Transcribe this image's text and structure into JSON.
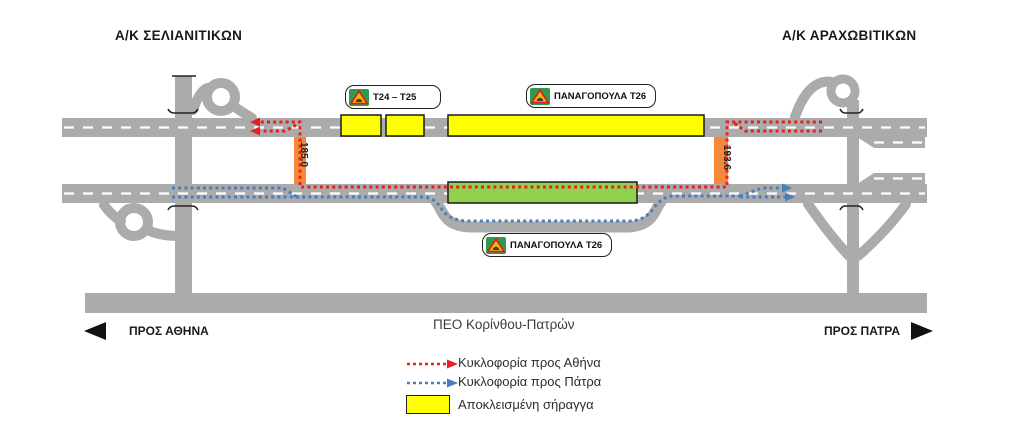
{
  "header": {
    "left_interchange": "Α/Κ ΣΕΛΙΑΝΙΤΙΚΩΝ",
    "right_interchange": "Α/Κ ΑΡΑΧΩΒΙΤΙΚΩΝ"
  },
  "signs": {
    "t24_t25": {
      "label": "T24 – T25",
      "icon": "tunnel-warning-icon"
    },
    "panagopoula_top": {
      "label": "ΠΑΝΑΓΟΠΟΥΛΑ T26",
      "icon": "tunnel-warning-icon"
    },
    "panagopoula_bottom": {
      "label": "ΠΑΝΑΓΟΠΟΥΛΑ T26",
      "icon": "tunnel-warning-icon"
    }
  },
  "chainage": {
    "left_km": "185.0",
    "right_km": "193.6"
  },
  "bottom": {
    "to_athens": "ΠΡΟΣ ΑΘΗΝΑ",
    "old_road": "ΠΕΟ Κορίνθου-Πατρών",
    "to_patras": "ΠΡΟΣ ΠΑΤΡΑ"
  },
  "legend": {
    "traffic_to_athens": "Κυκλοφορία προς Αθήνα",
    "traffic_to_patras": "Κυκλοφορία προς Πάτρα",
    "closed_tunnel": "Αποκλεισμένη σήραγγα"
  },
  "colors": {
    "road_gray": "#ababab",
    "closed_tunnel_yellow": "#ffff00",
    "open_tunnel_green": "#92d050",
    "diversion_orange": "#f5883a",
    "athens_route_red": "#e62020",
    "patras_route_blue": "#4a7ebb",
    "lane_marking_white": "#ffffff"
  }
}
